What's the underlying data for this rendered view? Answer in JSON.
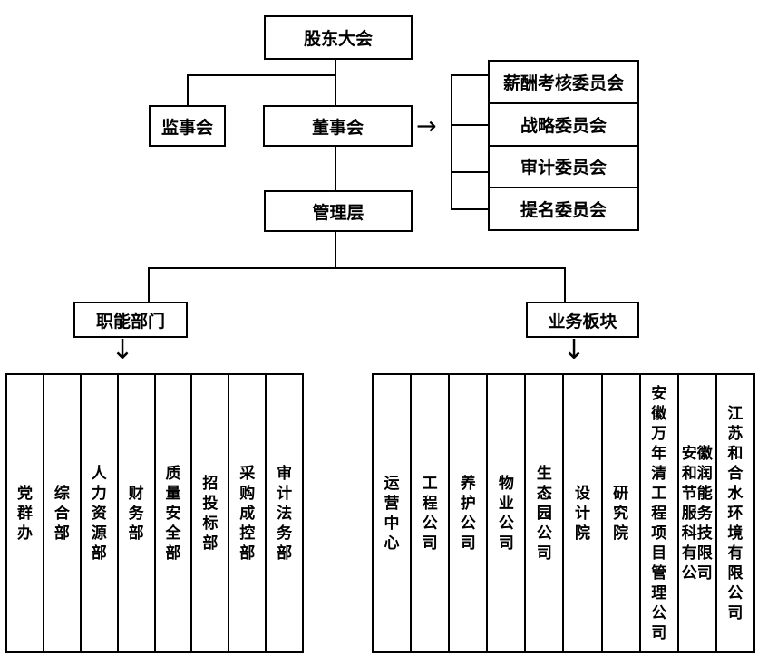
{
  "org_chart": {
    "shareholders_meeting": "股东大会",
    "supervisory_board": "监事会",
    "board_of_directors": "董事会",
    "management": "管理层",
    "committees": [
      "薪酬考核委员会",
      "战略委员会",
      "审计委员会",
      "提名委员会"
    ],
    "functional_departments": {
      "label": "职能部门",
      "items": [
        "党群办",
        "综合部",
        "人力资源部",
        "财务部",
        "质量安全部",
        "招投标部",
        "采购成控部",
        "审计法务部"
      ]
    },
    "business_segments": {
      "label": "业务板块",
      "items": [
        "运营中心",
        "工程公司",
        "养护公司",
        "物业公司",
        "生态园公司",
        "设计院",
        "研究院",
        "安徽万年清工程项目管理公司",
        "安徽和润节能服务科技有限公司",
        "江苏和合水环境有限公司"
      ]
    },
    "arrow_right": "→",
    "arrow_down": "↓",
    "colors": {
      "line": "#000000",
      "background": "#ffffff",
      "text": "#000000"
    }
  }
}
